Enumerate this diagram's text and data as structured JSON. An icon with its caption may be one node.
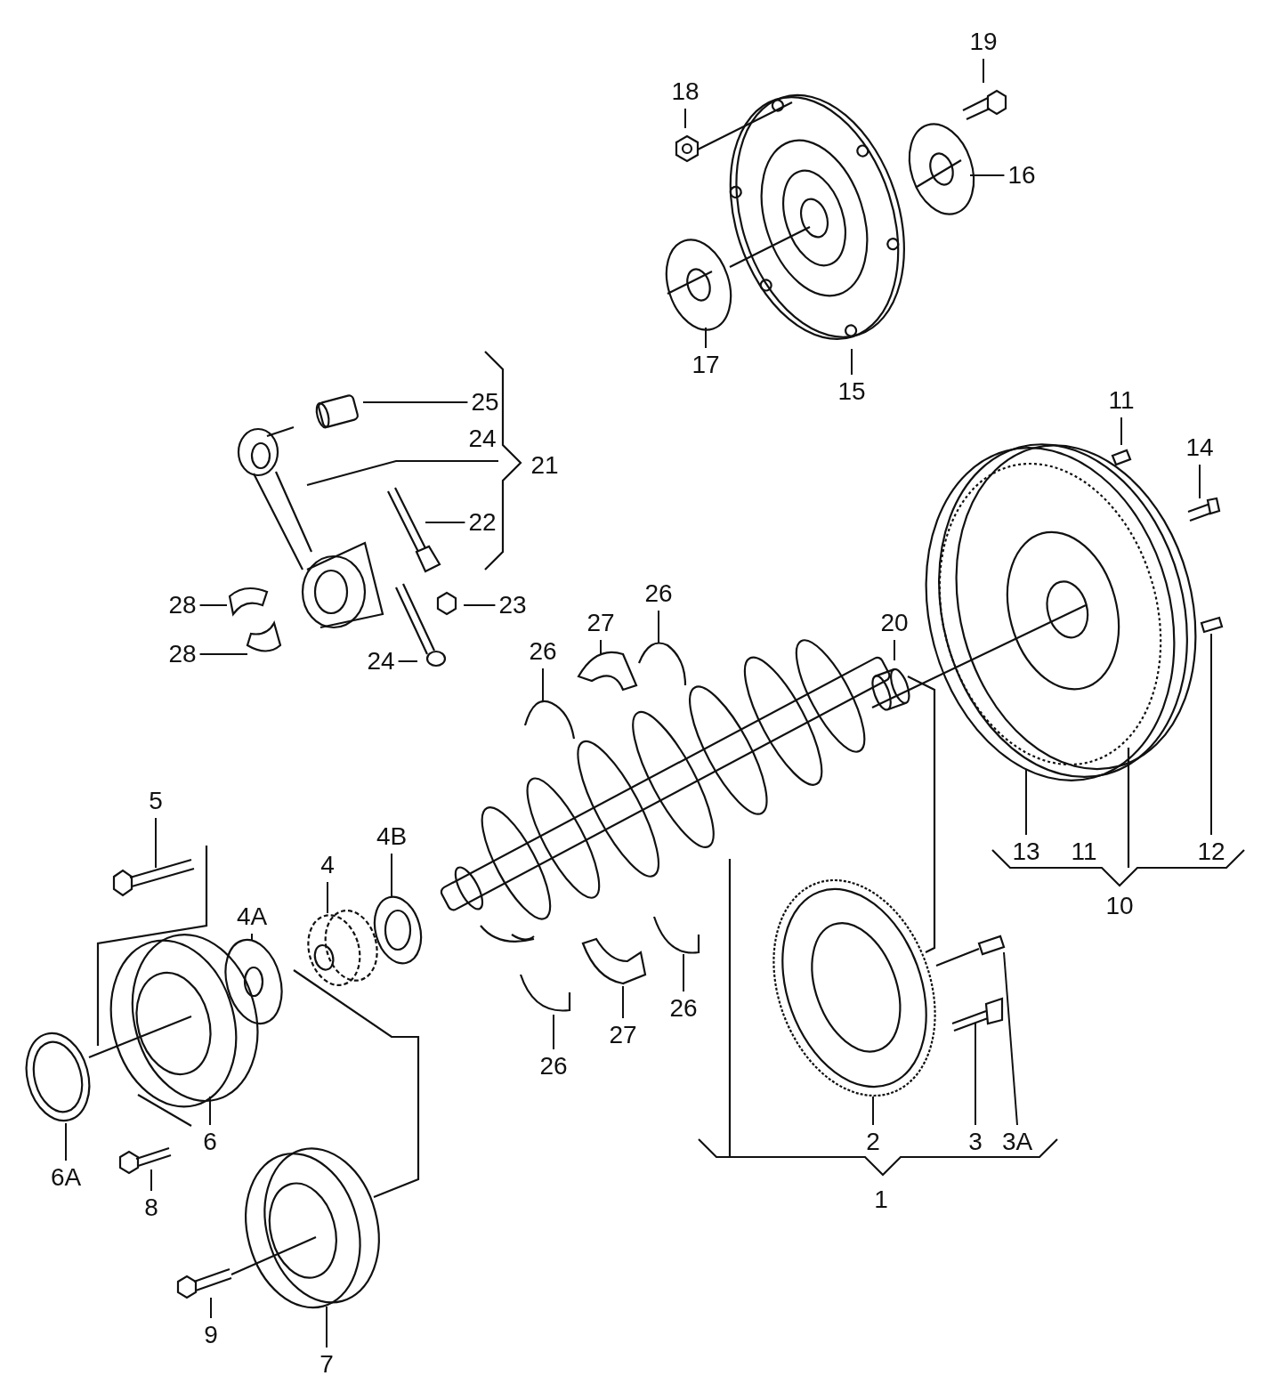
{
  "diagram": {
    "nodes": [
      {
        "text": [
          "19"
        ]
      },
      {
        "text": [
          "18"
        ]
      },
      {
        "text": [
          "16"
        ]
      },
      {
        "text": [
          "17"
        ]
      },
      {
        "text": [
          "15"
        ]
      },
      {
        "text": [
          "11"
        ]
      },
      {
        "text": [
          "25"
        ]
      },
      {
        "text": [
          "14"
        ]
      },
      {
        "text": [
          "22"
        ]
      },
      {
        "text": [
          "23"
        ]
      },
      {
        "text": [
          "28"
        ]
      },
      {
        "text": [
          "20"
        ]
      },
      {
        "text": [
          "27"
        ]
      },
      {
        "text": [
          "26"
        ]
      },
      {
        "text": [
          "26"
        ]
      },
      {
        "text": [
          "28"
        ]
      },
      {
        "text": [
          "24"
        ]
      },
      {
        "text": [
          "5"
        ]
      },
      {
        "text": [
          "4B"
        ]
      },
      {
        "text": [
          "4"
        ]
      },
      {
        "text": [
          "4A"
        ]
      },
      {
        "text": [
          "13"
        ]
      },
      {
        "text": [
          "12"
        ]
      },
      {
        "text": [
          "27"
        ]
      },
      {
        "text": [
          "26"
        ]
      },
      {
        "text": [
          "26"
        ]
      },
      {
        "text": [
          "6"
        ]
      },
      {
        "text": [
          "2"
        ]
      },
      {
        "text": [
          "3"
        ]
      },
      {
        "text": [
          "3A"
        ]
      },
      {
        "text": [
          "6A"
        ]
      },
      {
        "text": [
          "8"
        ]
      },
      {
        "text": [
          "9"
        ]
      },
      {
        "text": [
          "7"
        ]
      }
    ],
    "edges": [
      {
        "from": 0,
        "to": null,
        "arrow": "none"
      },
      {
        "from": 1,
        "to": null,
        "arrow": "none"
      },
      {
        "from": 2,
        "to": null,
        "arrow": "none"
      },
      {
        "from": 3,
        "to": null,
        "arrow": "none"
      },
      {
        "from": 4,
        "to": null,
        "arrow": "none"
      },
      {
        "from": 5,
        "to": null,
        "arrow": "none"
      },
      {
        "from": 6,
        "to": null,
        "arrow": "none"
      },
      {
        "from": 7,
        "to": null,
        "arrow": "none"
      },
      {
        "from": 8,
        "to": null,
        "arrow": "none"
      },
      {
        "from": 9,
        "to": null,
        "arrow": "none"
      },
      {
        "from": 10,
        "to": null,
        "arrow": "none"
      },
      {
        "from": 11,
        "to": null,
        "arrow": "none"
      },
      {
        "from": 12,
        "to": null,
        "arrow": "none"
      },
      {
        "from": 13,
        "to": null,
        "arrow": "none"
      },
      {
        "from": 14,
        "to": null,
        "arrow": "none"
      },
      {
        "from": 15,
        "to": null,
        "arrow": "none"
      },
      {
        "from": 16,
        "to": null,
        "arrow": "none"
      },
      {
        "from": 17,
        "to": null,
        "arrow": "none"
      },
      {
        "from": 18,
        "to": null,
        "arrow": "none"
      },
      {
        "from": 19,
        "to": null,
        "arrow": "none"
      },
      {
        "from": 20,
        "to": null,
        "arrow": "none"
      },
      {
        "from": 21,
        "to": null,
        "arrow": "none"
      },
      {
        "from": 22,
        "to": null,
        "arrow": "none"
      },
      {
        "from": 23,
        "to": null,
        "arrow": "none"
      },
      {
        "from": 24,
        "to": null,
        "arrow": "none"
      },
      {
        "from": 25,
        "to": null,
        "arrow": "none"
      },
      {
        "from": 26,
        "to": null,
        "arrow": "none"
      },
      {
        "from": 27,
        "to": null,
        "arrow": "none"
      },
      {
        "from": 28,
        "to": null,
        "arrow": "none"
      },
      {
        "from": 29,
        "to": null,
        "arrow": "none"
      },
      {
        "from": 30,
        "to": null,
        "arrow": "none"
      },
      {
        "from": 31,
        "to": null,
        "arrow": "none"
      },
      {
        "from": 32,
        "to": null,
        "arrow": "none"
      },
      {
        "from": 33,
        "to": null,
        "arrow": "none"
      }
    ],
    "labels": [
      "24",
      "21",
      "11",
      "10",
      "1"
    ]
  }
}
